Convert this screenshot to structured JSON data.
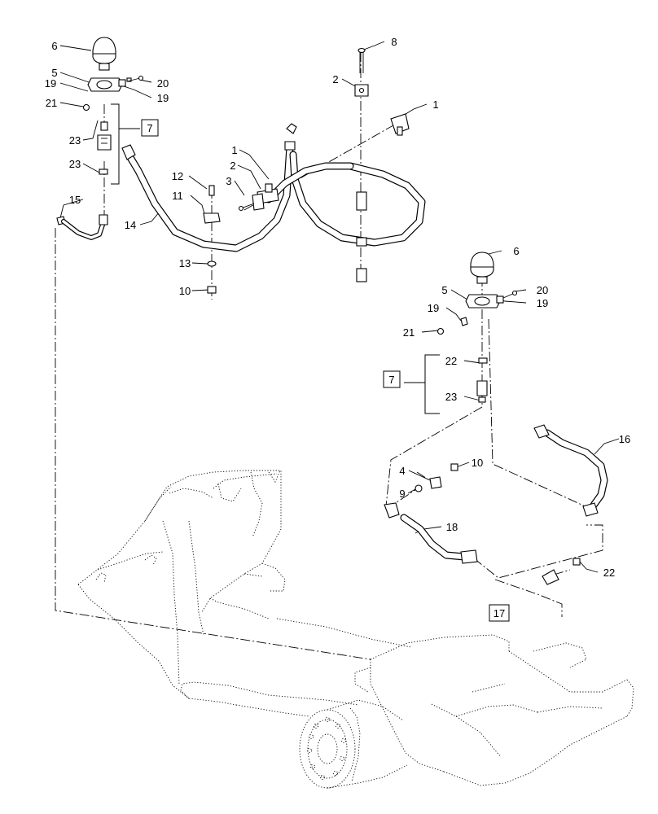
{
  "callouts": [
    {
      "id": "c6a",
      "text": "6"
    },
    {
      "id": "c5a",
      "text": "5"
    },
    {
      "id": "c19a",
      "text": "19"
    },
    {
      "id": "c20a",
      "text": "20"
    },
    {
      "id": "c19b",
      "text": "19"
    },
    {
      "id": "c21a",
      "text": "21"
    },
    {
      "id": "c23a",
      "text": "23"
    },
    {
      "id": "c23b",
      "text": "23"
    },
    {
      "id": "c15",
      "text": "15"
    },
    {
      "id": "c14",
      "text": "14"
    },
    {
      "id": "c12",
      "text": "12"
    },
    {
      "id": "c11",
      "text": "11"
    },
    {
      "id": "c13",
      "text": "13"
    },
    {
      "id": "c10a",
      "text": "10"
    },
    {
      "id": "c3",
      "text": "3"
    },
    {
      "id": "c2a",
      "text": "2"
    },
    {
      "id": "c1a",
      "text": "1"
    },
    {
      "id": "c8",
      "text": "8"
    },
    {
      "id": "c2b",
      "text": "2"
    },
    {
      "id": "c1b",
      "text": "1"
    },
    {
      "id": "c6b",
      "text": "6"
    },
    {
      "id": "c5b",
      "text": "5"
    },
    {
      "id": "c20b",
      "text": "20"
    },
    {
      "id": "c19c",
      "text": "19"
    },
    {
      "id": "c19d",
      "text": "19"
    },
    {
      "id": "c21b",
      "text": "21"
    },
    {
      "id": "c22a",
      "text": "22"
    },
    {
      "id": "c23c",
      "text": "23"
    },
    {
      "id": "c16",
      "text": "16"
    },
    {
      "id": "c4",
      "text": "4"
    },
    {
      "id": "c10b",
      "text": "10"
    },
    {
      "id": "c9",
      "text": "9"
    },
    {
      "id": "c18",
      "text": "18"
    },
    {
      "id": "c22b",
      "text": "22"
    }
  ],
  "boxed_callouts": [
    {
      "id": "b7a",
      "text": "7"
    },
    {
      "id": "b7b",
      "text": "7"
    },
    {
      "id": "b17",
      "text": "17"
    }
  ]
}
